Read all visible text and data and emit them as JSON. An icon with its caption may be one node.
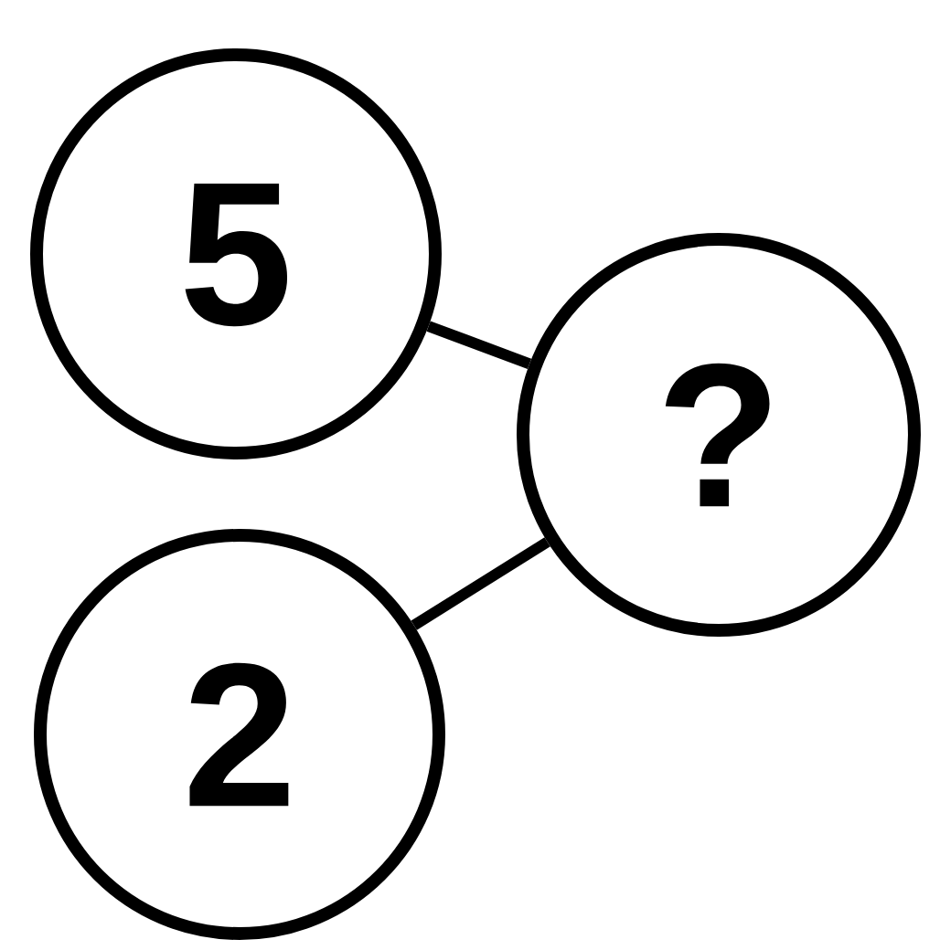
{
  "diagram": {
    "nodes": [
      {
        "text": [
          "5"
        ]
      },
      {
        "text": [
          "?"
        ]
      },
      {
        "text": [
          "2"
        ]
      }
    ],
    "edges": [
      {
        "from": 0,
        "to": 1,
        "arrow": "none"
      },
      {
        "from": 2,
        "to": 1,
        "arrow": "none"
      }
    ]
  }
}
